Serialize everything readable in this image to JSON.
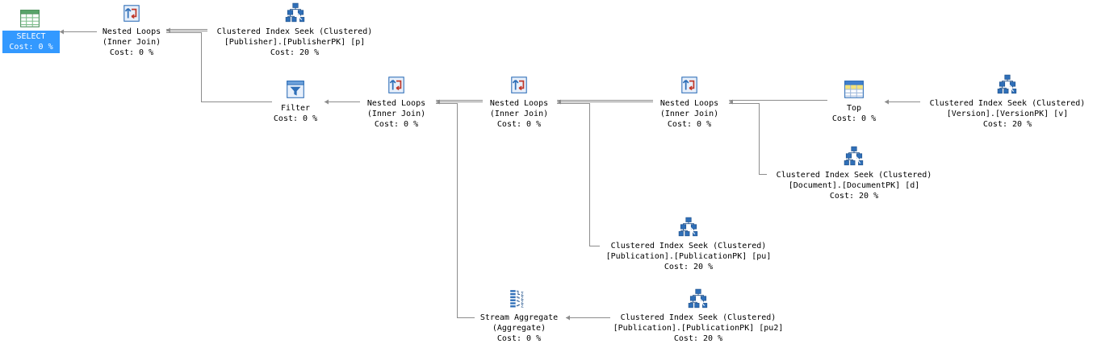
{
  "plan": {
    "nodes": [
      {
        "id": "select",
        "icon": "select-result-icon",
        "lines": [
          "SELECT",
          "Cost: 0 %"
        ],
        "selected": true
      },
      {
        "id": "nl1",
        "icon": "nested-loops-icon",
        "lines": [
          "Nested Loops",
          "(Inner Join)",
          "Cost: 0 %"
        ]
      },
      {
        "id": "seek-publisher",
        "icon": "clustered-index-seek-icon",
        "lines": [
          "Clustered Index Seek (Clustered)",
          "[Publisher].[PublisherPK] [p]",
          "Cost: 20 %"
        ]
      },
      {
        "id": "filter",
        "icon": "filter-icon",
        "lines": [
          "Filter",
          "Cost: 0 %"
        ]
      },
      {
        "id": "nl2",
        "icon": "nested-loops-icon",
        "lines": [
          "Nested Loops",
          "(Inner Join)",
          "Cost: 0 %"
        ]
      },
      {
        "id": "nl3",
        "icon": "nested-loops-icon",
        "lines": [
          "Nested Loops",
          "(Inner Join)",
          "Cost: 0 %"
        ]
      },
      {
        "id": "nl4",
        "icon": "nested-loops-icon",
        "lines": [
          "Nested Loops",
          "(Inner Join)",
          "Cost: 0 %"
        ]
      },
      {
        "id": "top",
        "icon": "top-icon",
        "lines": [
          "Top",
          "Cost: 0 %"
        ]
      },
      {
        "id": "seek-version",
        "icon": "clustered-index-seek-icon",
        "lines": [
          "Clustered Index Seek (Clustered)",
          "[Version].[VersionPK] [v]",
          "Cost: 20 %"
        ]
      },
      {
        "id": "seek-document",
        "icon": "clustered-index-seek-icon",
        "lines": [
          "Clustered Index Seek (Clustered)",
          "[Document].[DocumentPK] [d]",
          "Cost: 20 %"
        ]
      },
      {
        "id": "seek-publication",
        "icon": "clustered-index-seek-icon",
        "lines": [
          "Clustered Index Seek (Clustered)",
          "[Publication].[PublicationPK] [pu]",
          "Cost: 20 %"
        ]
      },
      {
        "id": "stream-aggregate",
        "icon": "stream-aggregate-icon",
        "lines": [
          "Stream Aggregate",
          "(Aggregate)",
          "Cost: 0 %"
        ]
      },
      {
        "id": "seek-publication2",
        "icon": "clustered-index-seek-icon",
        "lines": [
          "Clustered Index Seek (Clustered)",
          "[Publication].[PublicationPK] [pu2]",
          "Cost: 20 %"
        ]
      }
    ],
    "colors": {
      "selection": "#3399ff",
      "edge": "#8c8c8c",
      "icon_blue": "#2f6fb8"
    }
  }
}
